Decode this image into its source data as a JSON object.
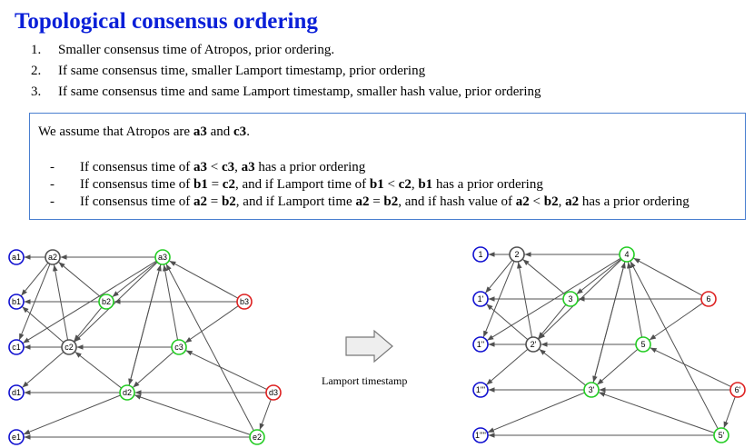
{
  "title": "Topological consensus ordering",
  "rules": [
    {
      "num": "1.",
      "text": "Smaller consensus time of Atropos, prior ordering."
    },
    {
      "num": "2.",
      "text": "If same consensus time, smaller Lamport timestamp, prior ordering"
    },
    {
      "num": "3.",
      "text": "If same consensus time and same Lamport timestamp, smaller hash value, prior ordering"
    }
  ],
  "assumption_box": {
    "intro": {
      "pre": "We assume that Atropos are ",
      "b1": "a3",
      "mid": " and ",
      "b2": "c3",
      "post": "."
    },
    "items": [
      {
        "dash": "-",
        "t1": "If consensus time of ",
        "b1": "a3",
        "t2": " < ",
        "b2": "c3",
        "t3": ", ",
        "b3": "a3",
        "t4": " has a prior ordering"
      },
      {
        "dash": "-",
        "t1": "If consensus time of ",
        "b1": "b1",
        "t2": " = ",
        "b2": "c2",
        "t3": ", and if Lamport time of ",
        "b3": "b1",
        "t4": " < ",
        "b4": "c2",
        "t5": ", ",
        "b5": "b1",
        "t6": " has a prior ordering"
      },
      {
        "dash": "-",
        "t1": "If consensus time of ",
        "b1": "a2",
        "t2": " = ",
        "b2": "b2",
        "t3": ", and if Lamport time ",
        "b3": "a2",
        "t4": " = ",
        "b4": "b2",
        "t5": ", and if hash value of ",
        "b5": "a2",
        "t6": " < ",
        "b6": "b2",
        "t7": ", ",
        "b7": "a2",
        "t8": " has a prior ordering"
      }
    ]
  },
  "arrow_caption": "Lamport timestamp",
  "colors": {
    "title": "#0a1fd8",
    "box_border": "#4a7fd0",
    "blue": "#1010d0",
    "gray": "#505050",
    "green": "#22cc22",
    "red": "#dd2020",
    "edge": "#505050"
  },
  "graph_left": {
    "nodes": [
      {
        "id": "a1",
        "label": "a1",
        "color": "blue"
      },
      {
        "id": "b1",
        "label": "b1",
        "color": "blue"
      },
      {
        "id": "c1",
        "label": "c1",
        "color": "blue"
      },
      {
        "id": "d1",
        "label": "d1",
        "color": "blue"
      },
      {
        "id": "e1",
        "label": "e1",
        "color": "blue"
      },
      {
        "id": "a2",
        "label": "a2",
        "color": "gray"
      },
      {
        "id": "c2",
        "label": "c2",
        "color": "gray"
      },
      {
        "id": "b2",
        "label": "b2",
        "color": "green"
      },
      {
        "id": "a3",
        "label": "a3",
        "color": "green"
      },
      {
        "id": "c3",
        "label": "c3",
        "color": "green"
      },
      {
        "id": "d2",
        "label": "d2",
        "color": "green"
      },
      {
        "id": "e2",
        "label": "e2",
        "color": "green"
      },
      {
        "id": "b3",
        "label": "b3",
        "color": "red"
      },
      {
        "id": "d3",
        "label": "d3",
        "color": "red"
      }
    ]
  },
  "graph_right": {
    "nodes": [
      {
        "id": "a1",
        "label": "1",
        "color": "blue"
      },
      {
        "id": "b1",
        "label": "1'",
        "color": "blue"
      },
      {
        "id": "c1",
        "label": "1''",
        "color": "blue"
      },
      {
        "id": "d1",
        "label": "1'''",
        "color": "blue"
      },
      {
        "id": "e1",
        "label": "1''''",
        "color": "blue"
      },
      {
        "id": "a2",
        "label": "2",
        "color": "gray"
      },
      {
        "id": "c2",
        "label": "2'",
        "color": "gray"
      },
      {
        "id": "b2",
        "label": "3",
        "color": "green"
      },
      {
        "id": "a3",
        "label": "4",
        "color": "green"
      },
      {
        "id": "c3",
        "label": "5",
        "color": "green"
      },
      {
        "id": "d2",
        "label": "3'",
        "color": "green"
      },
      {
        "id": "e2",
        "label": "5'",
        "color": "green"
      },
      {
        "id": "b3",
        "label": "6",
        "color": "red"
      },
      {
        "id": "d3",
        "label": "6'",
        "color": "red"
      }
    ]
  },
  "edges": [
    [
      "a2",
      "a1"
    ],
    [
      "a2",
      "b1"
    ],
    [
      "a2",
      "c1"
    ],
    [
      "a3",
      "a2"
    ],
    [
      "a3",
      "b2"
    ],
    [
      "a3",
      "c2"
    ],
    [
      "a3",
      "d2"
    ],
    [
      "a3",
      "c1"
    ],
    [
      "b2",
      "b1"
    ],
    [
      "b2",
      "a2"
    ],
    [
      "b2",
      "c2"
    ],
    [
      "b3",
      "b2"
    ],
    [
      "b3",
      "a3"
    ],
    [
      "b3",
      "c3"
    ],
    [
      "c2",
      "c1"
    ],
    [
      "c2",
      "b1"
    ],
    [
      "c2",
      "d1"
    ],
    [
      "c2",
      "a2"
    ],
    [
      "c3",
      "c2"
    ],
    [
      "c3",
      "a3"
    ],
    [
      "c3",
      "d2"
    ],
    [
      "d2",
      "d1"
    ],
    [
      "d2",
      "c2"
    ],
    [
      "d2",
      "a3"
    ],
    [
      "d2",
      "e1"
    ],
    [
      "d3",
      "d2"
    ],
    [
      "d3",
      "c3"
    ],
    [
      "d3",
      "e2"
    ],
    [
      "e2",
      "e1"
    ],
    [
      "e2",
      "d2"
    ],
    [
      "e2",
      "a3"
    ]
  ]
}
